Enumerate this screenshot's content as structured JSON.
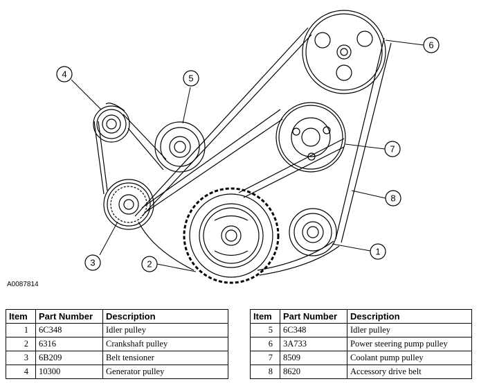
{
  "figure_id": "A0087814",
  "callouts": [
    "1",
    "2",
    "3",
    "4",
    "5",
    "6",
    "7",
    "8"
  ],
  "table_headers": {
    "item": "Item",
    "part_number": "Part Number",
    "description": "Description"
  },
  "parts_left": [
    {
      "item": "1",
      "part_number": "6C348",
      "description": "Idler pulley"
    },
    {
      "item": "2",
      "part_number": "6316",
      "description": "Crankshaft pulley"
    },
    {
      "item": "3",
      "part_number": "6B209",
      "description": "Belt tensioner"
    },
    {
      "item": "4",
      "part_number": "10300",
      "description": "Generator pulley"
    }
  ],
  "parts_right": [
    {
      "item": "5",
      "part_number": "6C348",
      "description": "Idler pulley"
    },
    {
      "item": "6",
      "part_number": "3A733",
      "description": "Power steering pump pulley"
    },
    {
      "item": "7",
      "part_number": "8509",
      "description": "Coolant pump pulley"
    },
    {
      "item": "8",
      "part_number": "8620",
      "description": "Accessory drive belt"
    }
  ]
}
